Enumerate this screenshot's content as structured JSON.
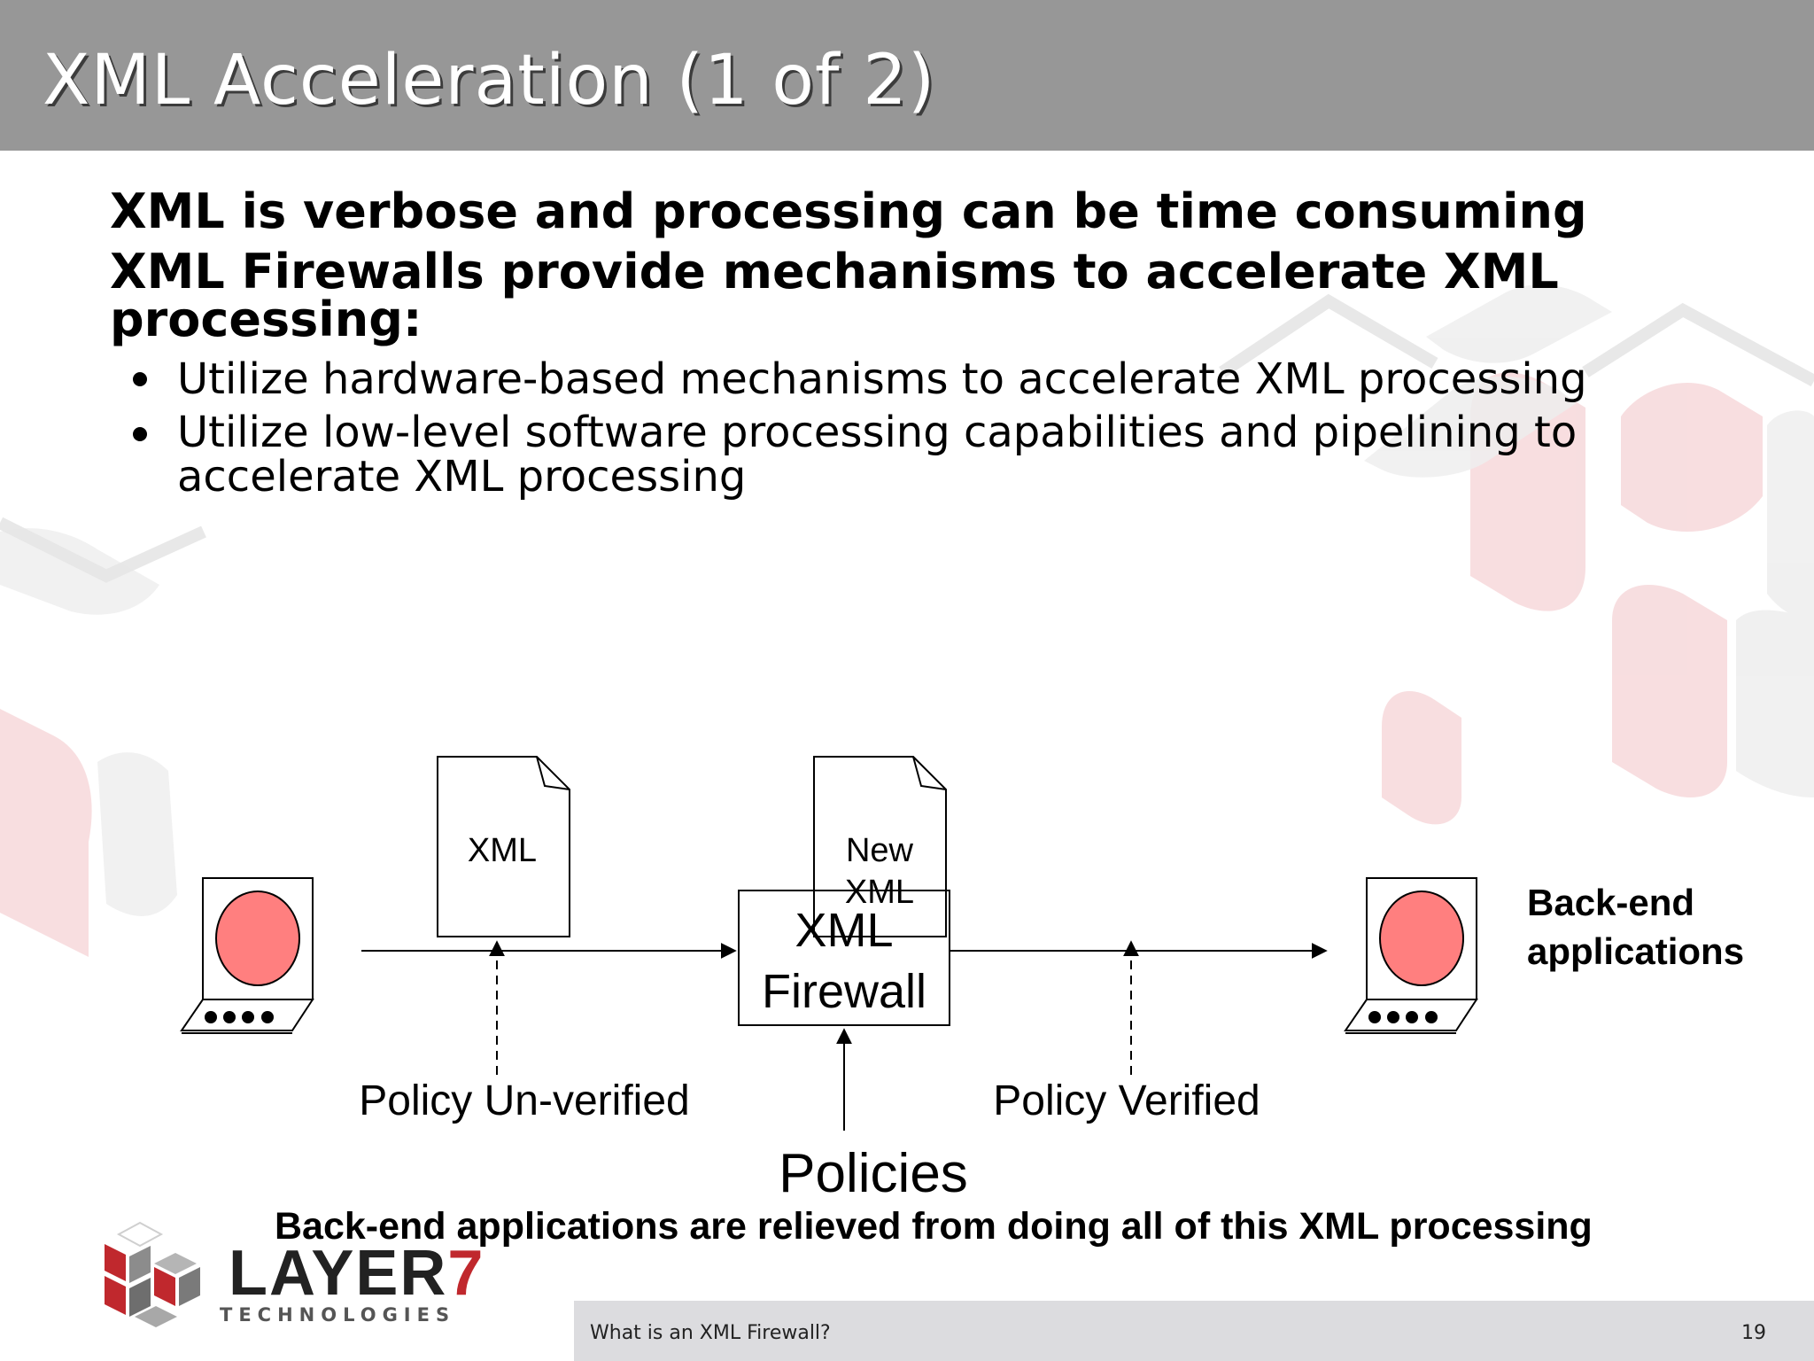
{
  "slide": {
    "title": "XML Acceleration (1 of 2)",
    "points": [
      "XML is verbose and processing can be time consuming",
      "XML Firewalls provide mechanisms to accelerate XML",
      "processing:"
    ],
    "sub_points": [
      "Utilize hardware-based mechanisms to accelerate XML processing",
      "Utilize low-level software processing capabilities and pipelining to",
      "accelerate XML processing"
    ]
  },
  "diagram": {
    "doc_xml": "XML",
    "doc_new_line1": "New",
    "doc_new_line2": "XML",
    "firewall_line1": "XML",
    "firewall_line2": "Firewall",
    "policy_unverified": "Policy Un-verified",
    "policy_verified": "Policy Verified",
    "policies": "Policies",
    "backend_line1": "Back-end",
    "backend_line2": "applications",
    "computer_color": "#ff7f7f"
  },
  "conclusion": "Back-end applications are relieved from doing all of this XML processing",
  "logo": {
    "word": "LAYER",
    "number": "7",
    "sub": "TECHNOLOGIES"
  },
  "footer": {
    "text": "What is an XML Firewall?",
    "page": "19"
  },
  "colors": {
    "title_bar": "#979797",
    "footer_bar": "#dcdcdf",
    "logo_red": "#c0282d"
  }
}
